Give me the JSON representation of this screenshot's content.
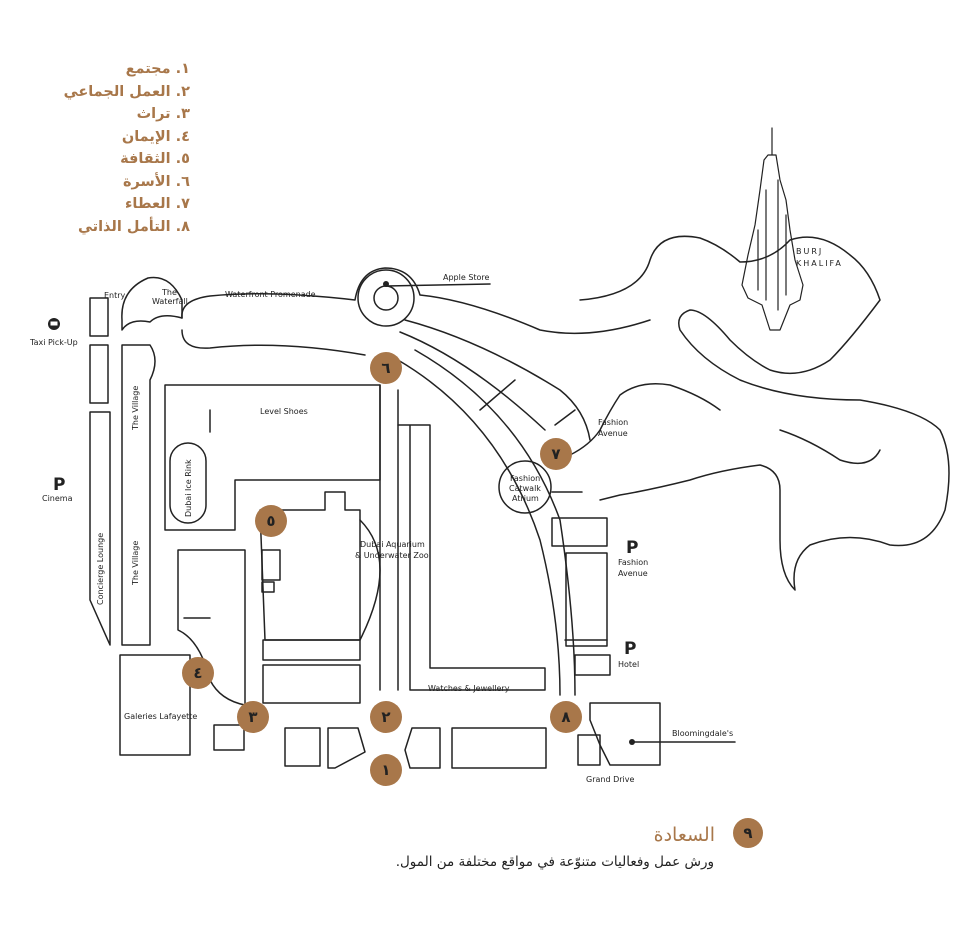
{
  "legend": [
    "١. مجتمع",
    "٢. العمل الجماعي",
    "٣. تراث",
    "٤. الإيمان",
    "٥. الثقافة",
    "٦. الأسرة",
    "٧. العطاء",
    "٨. التأمل الذاتي"
  ],
  "colors": {
    "accent": "#a8774a",
    "line": "#222222"
  },
  "map_labels": {
    "entry": "Entry",
    "waterfall_1": "The",
    "waterfall_2": "Waterfall",
    "promenade": "Waterfront Promenade",
    "apple": "Apple Store",
    "burj_1": "BURJ",
    "burj_2": "KHALIFA",
    "taxi": "Taxi Pick-Up",
    "taxi_icon": "taxi-icon",
    "village_1": "The Village",
    "village_2": "The Village",
    "level_shoes": "Level Shoes",
    "ice_rink": "Dubai Ice Rink",
    "fashion_avenue": "Fashion",
    "fashion_avenue_2": "Avenue",
    "catwalk_1": "Fashion",
    "catwalk_2": "Catwalk",
    "catwalk_3": "Atrium",
    "cinema": "Cinema",
    "concierge": "Concierge Lounge",
    "aquarium_1": "Dubai Aquarium",
    "aquarium_2": "& Underwater Zoo",
    "parking": "P",
    "parking_fa_1": "Fashion",
    "parking_fa_2": "Avenue",
    "hotel": "Hotel",
    "watches": "Watches & Jewellery",
    "galeries": "Galeries Lafayette",
    "bloomingdales": "Bloomingdale's",
    "grand_drive": "Grand Drive"
  },
  "markers": [
    {
      "id": "1",
      "label": "١"
    },
    {
      "id": "2",
      "label": "٢"
    },
    {
      "id": "3",
      "label": "٣"
    },
    {
      "id": "4",
      "label": "٤"
    },
    {
      "id": "5",
      "label": "٥"
    },
    {
      "id": "6",
      "label": "٦"
    },
    {
      "id": "7",
      "label": "٧"
    },
    {
      "id": "8",
      "label": "٨"
    }
  ],
  "happiness": {
    "badge": "٩",
    "title": "السعادة",
    "description": "ورش عمل وفعاليات متنوّعة في مواقع مختلفة من المول."
  }
}
